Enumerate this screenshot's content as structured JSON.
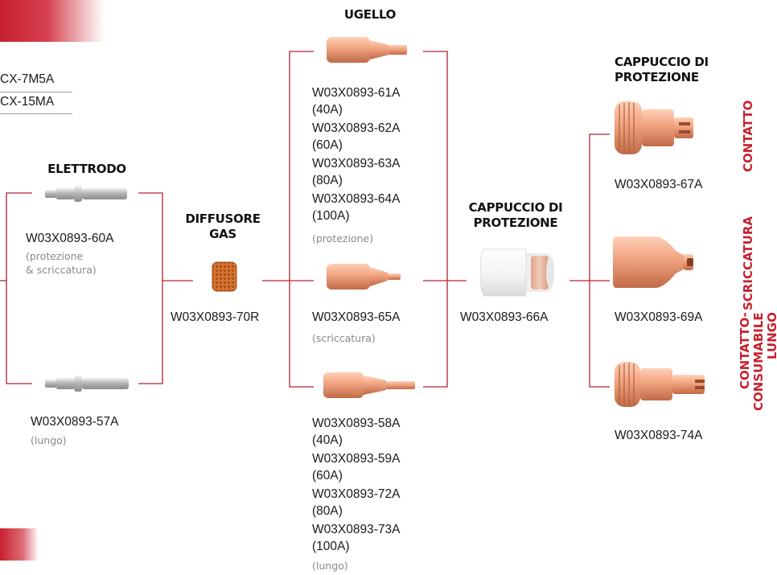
{
  "accent_color": "#c8202f",
  "line_color": "#b0243a",
  "top_left": {
    "models": [
      "CX-7M5A",
      "CX-15MA"
    ]
  },
  "electrode": {
    "header": "ELETTRODO",
    "items": [
      {
        "code": "W03X0893-60A",
        "note": "(protezione\n& scriccatura)"
      },
      {
        "code": "W03X0893-57A",
        "note": "(lungo)"
      }
    ]
  },
  "diffuser": {
    "header": "DIFFUSORE\nGAS",
    "code": "W03X0893-70R"
  },
  "nozzle": {
    "header": "UGELLO",
    "group_top": {
      "codes": [
        "W03X0893-61A\n(40A)",
        "W03X0893-62A\n(60A)",
        "W03X0893-63A\n(80A)",
        "W03X0893-64A\n(100A)"
      ],
      "note": "(protezione)"
    },
    "group_mid": {
      "code": "W03X0893-65A",
      "note": "(scriccatura)"
    },
    "group_bottom": {
      "codes": [
        "W03X0893-58A\n(40A)",
        "W03X0893-59A\n(60A)",
        "W03X0893-72A\n(80A)",
        "W03X0893-73A\n(100A)"
      ],
      "note": "(lungo)"
    }
  },
  "shield_cap": {
    "header": "CAPPUCCIO DI\nPROTEZIONE",
    "code": "W03X0893-66A"
  },
  "tip_cap": {
    "header": "CAPPUCCIO DI\nPROTEZIONE",
    "items": [
      {
        "code": "W03X0893-67A",
        "side_label": "CONTATTO"
      },
      {
        "code": "W03X0893-69A",
        "side_label": "SCRICCATURA"
      },
      {
        "code": "W03X0893-74A",
        "side_label": "CONTATTO-\nCONSUMABILE LUNGO"
      }
    ]
  }
}
